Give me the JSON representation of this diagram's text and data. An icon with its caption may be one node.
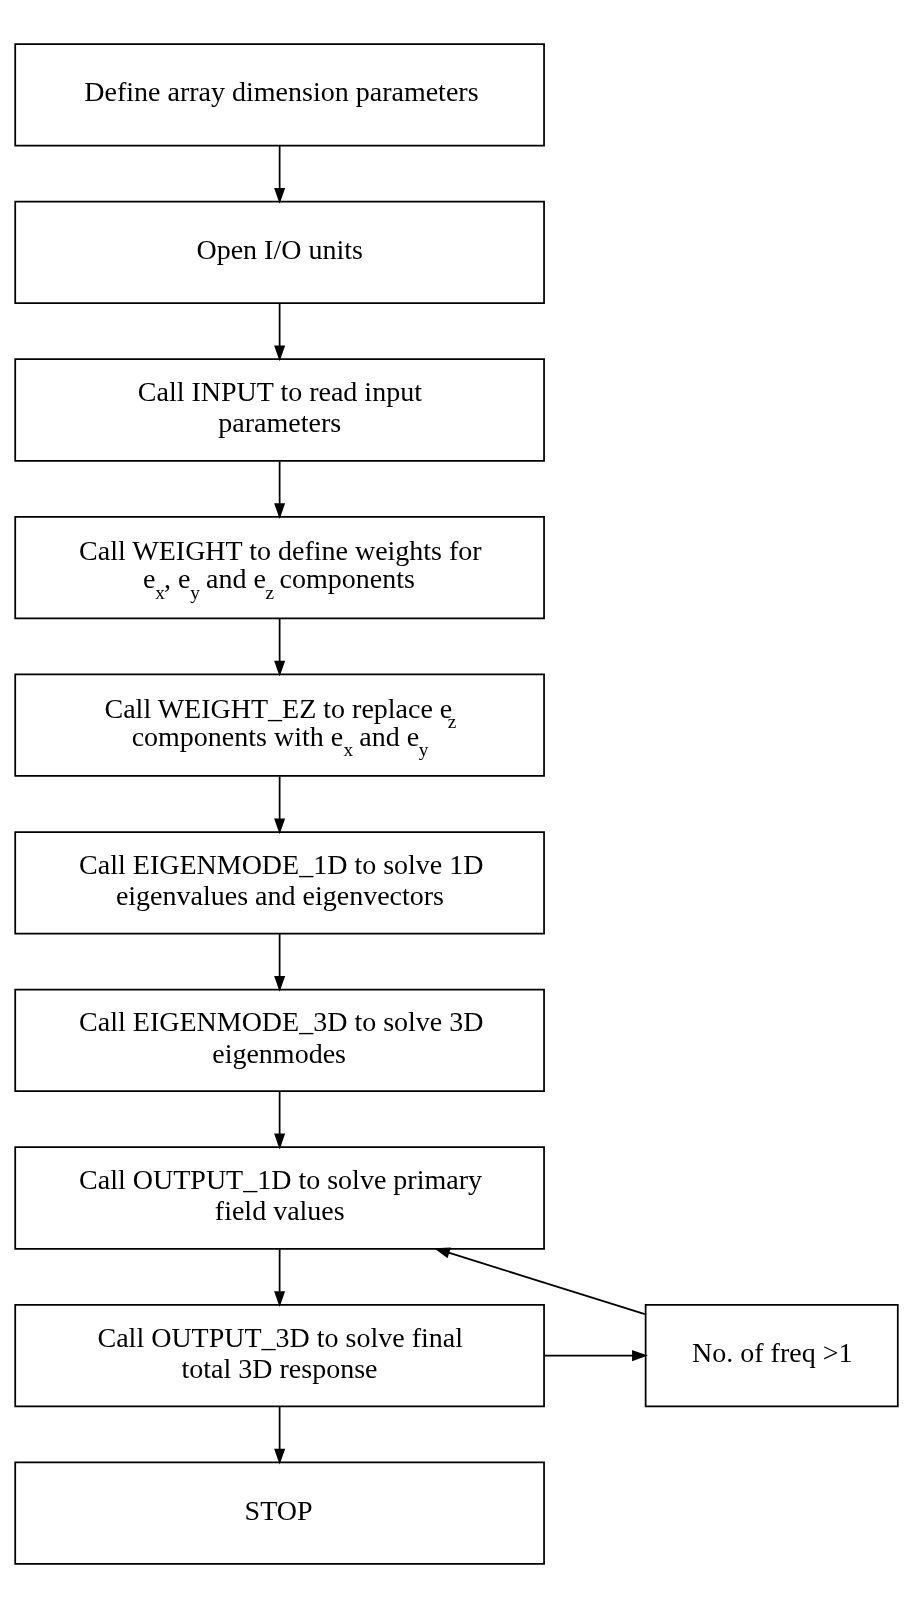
{
  "diagram": {
    "nodes": [
      {
        "text": [
          "Define array dimension parameters"
        ]
      },
      {
        "text": [
          "Open I/O units"
        ]
      },
      {
        "text": [
          "Call INPUT to read input parameters"
        ]
      },
      {
        "text": [
          "Call WEIGHT to define weights for e$_{x}$, e$_{y}$ and e$_{z}$ components"
        ]
      },
      {
        "text": [
          "Call WEIGHT_EZ to replace e$_{z}$ components with e$_{x}$ and e$_{y}$"
        ]
      },
      {
        "text": [
          "Call EIGENMODE_1D to solve 1D eigenvalues and eigenvectors"
        ]
      },
      {
        "text": [
          "Call EIGENMODE_3D to solve 3D eigenmodes"
        ]
      },
      {
        "text": [
          "Call OUTPUT_1D to solve primary field values"
        ]
      },
      {
        "text": [
          "Call OUTPUT_3D to solve final total 3D response"
        ]
      },
      {
        "text": [
          "No. of freq >1"
        ]
      },
      {
        "text": [
          "STOP"
        ]
      }
    ],
    "edges": [
      {
        "from": 0,
        "to": 1,
        "arrow": "to"
      },
      {
        "from": 1,
        "to": 2,
        "arrow": "to"
      },
      {
        "from": 2,
        "to": 3,
        "arrow": "to"
      },
      {
        "from": 3,
        "to": 4,
        "arrow": "to"
      },
      {
        "from": 4,
        "to": 5,
        "arrow": "to"
      },
      {
        "from": 5,
        "to": 6,
        "arrow": "to"
      },
      {
        "from": 6,
        "to": 7,
        "arrow": "to"
      },
      {
        "from": 7,
        "to": 8,
        "arrow": "to"
      },
      {
        "from": 8,
        "to": 10,
        "arrow": "to"
      },
      {
        "from": 8,
        "to": 9,
        "arrow": "to"
      },
      {
        "from": 9,
        "to": 7,
        "arrow": "to"
      }
    ]
  }
}
